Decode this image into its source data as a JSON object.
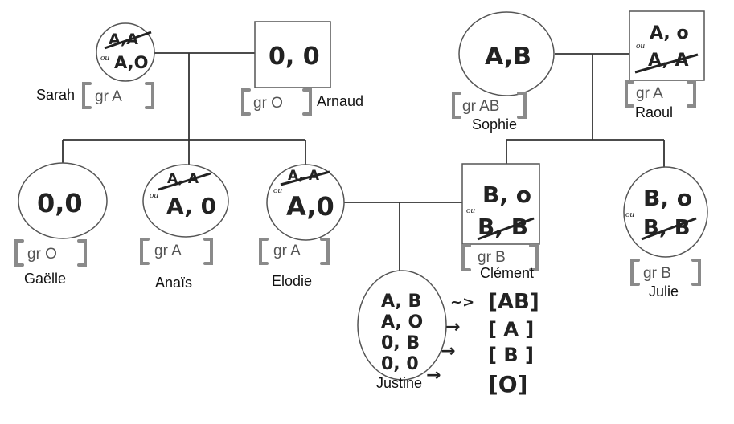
{
  "people": {
    "sarah": {
      "name": "Sarah",
      "group": "gr A",
      "main": "A,O",
      "crossed": "A,A",
      "ou": "ou"
    },
    "arnaud": {
      "name": "Arnaud",
      "group": "gr O",
      "main": "0, 0"
    },
    "sophie": {
      "name": "Sophie",
      "group": "gr AB",
      "main": "A,B"
    },
    "raoul": {
      "name": "Raoul",
      "group": "gr A",
      "main": "A, o",
      "crossed": "A, A",
      "ou": "ou"
    },
    "gaelle": {
      "name": "Gaëlle",
      "group": "gr O",
      "main": "0,0"
    },
    "anais": {
      "name": "Anaïs",
      "group": "gr A",
      "main": "A, 0",
      "crossed": "A, A",
      "ou": "ou"
    },
    "elodie": {
      "name": "Elodie",
      "group": "gr A",
      "main": "A,0",
      "crossed": "A, A",
      "ou": "ou"
    },
    "clement": {
      "name": "Clément",
      "group": "gr B",
      "main": "B, o",
      "crossed": "B, B",
      "ou": "ou"
    },
    "julie": {
      "name": "Julie",
      "group": "gr B",
      "main": "B, o",
      "crossed": "B, B",
      "ou": "ou"
    },
    "justine": {
      "name": "Justine",
      "genotypes": [
        "A, B",
        "A, O",
        "0, B",
        "0, 0"
      ]
    }
  },
  "outcomes": [
    {
      "arrow": "~>",
      "result": "[AB]"
    },
    {
      "arrow": "→",
      "result": "[ A ]"
    },
    {
      "arrow": "→",
      "result": "[ B ]"
    },
    {
      "arrow": "→",
      "result": "[O]"
    }
  ],
  "colors": {
    "line": "#333333",
    "bracket": "#8a8a8a",
    "group_text": "#555555",
    "ink": "#222222"
  }
}
